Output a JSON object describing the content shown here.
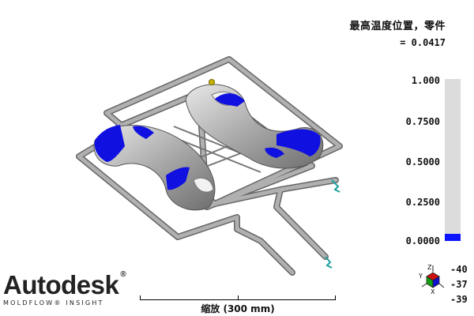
{
  "title": "最高温度位置，零件",
  "value_line": "= 0.0417",
  "legend": {
    "labels": [
      "1.000",
      "0.7500",
      "0.5000",
      "0.2500",
      "0.0000"
    ],
    "fill_fraction": 0.0417,
    "fill_color": "#0a14ff",
    "bar_color": "#dcdcdc"
  },
  "brand": {
    "name": "Autodesk",
    "reg": "®",
    "product": "MOLDFLOW® INSIGHT"
  },
  "scale_label": "缩放 (300 mm)",
  "axis_readouts": [
    "-40",
    "-37",
    "-39"
  ],
  "axis_letters": {
    "z": "Z",
    "y": "Y",
    "x": "X"
  },
  "colors": {
    "part_gray": "#b8b8b8",
    "hot_blue": "#1010e0",
    "pipe": "#8a8a8a"
  }
}
